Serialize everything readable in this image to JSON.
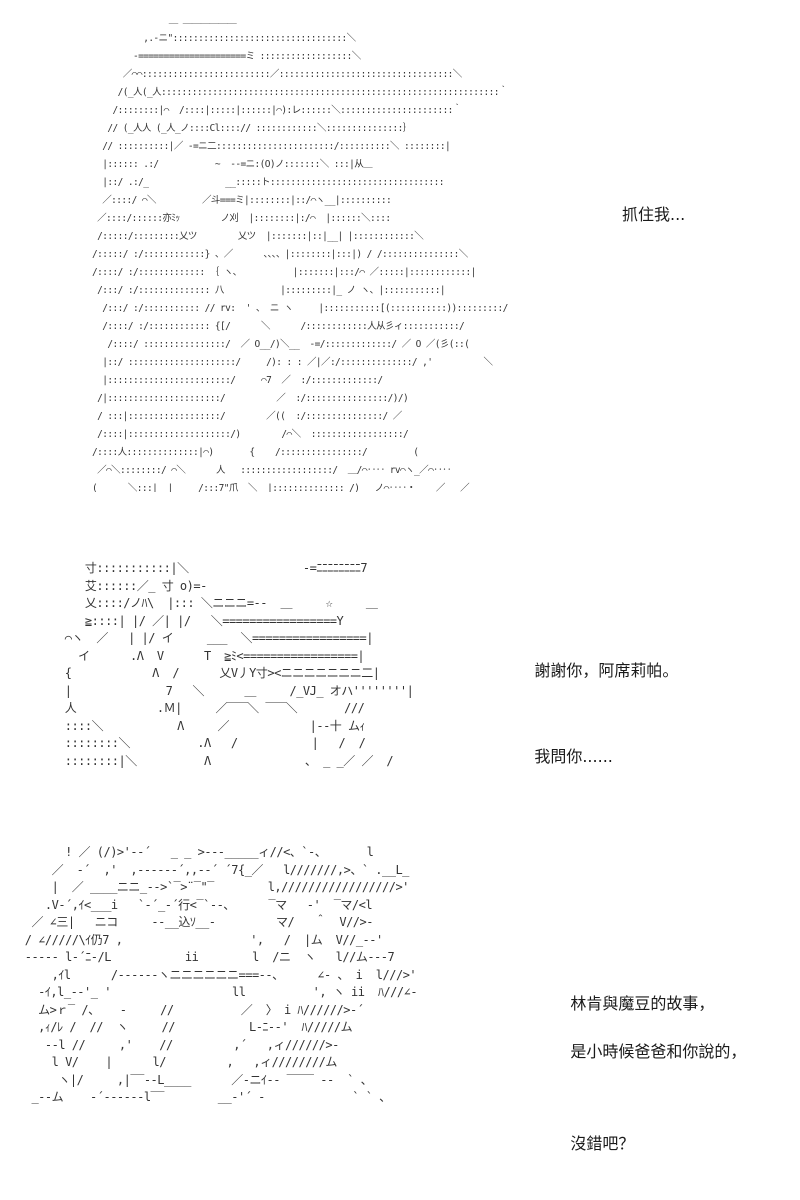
{
  "panels": [
    {
      "ascii_art": "               ＿ ＿＿＿＿＿＿\n          ,.-ニ\"::::::::::::::::::::::::::::::::::＼\n        -=====================ミ ::::::::::::::::::＼\n      ／⌒⌒:::::::::::::::::::::::::／::::::::::::::::::::::::::::::::::＼\n     /(_人(_人::::::::::::::::::::::::::::::::::::::::::::::::::::::::::::::::::｀\n    /::::::::|⌒  /::::|:::::|::::::|⌒):レ::::::＼::::::::::::::::::::::｀\n   // (_人人 (_人_ノ::::Cl::::// ::::::::::::＼:::::::::::::::｝\n  // ::::::::::|／ ‐=ニ二:::::::::::::::::::::::/::::::::::＼ ::::::::|\n  |:::::: .:/           ~  --=ニ:(O)ノ:::::::＼ :::|从＿\n  |::/ .:/_               __:::::ト::::::::::::::::::::::::::::::::::\n  ／::::/ ⌒＼         ／斗===ミ|::::::::|::/⌒ヽ__|::::::::::\n ／::::/::::::亦ﾐｯ        ノ刈  |::::::::|:/⌒  |::::::＼::::\n /:::::/:::::::::乂ツ        乂ツ  |:::::::|::|__| |::::::::::::＼\n/:::::/ :/::::::::::::} 、／      、、、、|::::::::|:::|) / /:::::::::::::::＼\n/::::/ :/::::::::::::: ｛ ヽ、          |:::::::|:::/⌒ ／:::::|::::::::::::|\n /:::/ :/:::::::::::::: 八           |:::::::::|_ ノ ヽ、|:::::::::::|\n  /:::/ :/::::::::::: // rv:  ' 、 ニ ヽ     |:::::::::::[(:::::::::::)):::::::::/\n  /::::/ :/:::::::::::: {[/      ＼      /::::::::::::人从彡ィ:::::::::::/\n   /::::/ ::::::::::::::::/  ／ O__/)＼__  -=/:::::::::::::/ ／ O ／(彡(::(\n  |::/ :::::::::::::::::::::/     /): : : ／|／:/::::::::::::::/ ,'          ＼\n  |::::::::::::::::::::::::/     ⌒7  ／  :/:::::::::::::/\n /|::::::::::::::::::::::/          ／  :/::::::::::::::::/)/)\n / :::|::::::::::::::::::/        ／((  :/:::::::::::::::/ ／\n /::::|::::::::::::::::::::/)        /⌒＼  ::::::::::::::::::/\n/::::人::::::::::::::|⌒)       {    /::::::::::::::::/         (\n ／⌒＼::::::::/ ⌒＼      人   ::::::::::::::::::/  ＿/⌒‥‥ rv⌒ヽ_／⌒‥‥\n(      ＼:::|  |     /:::7\"爪  ＼  |:::::::::::::: /)___ノ⌒‥‥・    ／   ／",
      "dialogue": "抓住我..."
    },
    {
      "ascii_art": "    寸:::::::::::|＼                 ‐=ﾆﾆﾆﾆﾆﾆﾆﾆ7\n    艾::::::／_ 寸 o)=-\n    乂::::/ノﾊ\\  |::: ＼ニニニ=-‐  ＿     ☆     ＿\n    ≧::::| |/ ／| |/   ＼=================Y\n ⌒ヽ  ／   | |/ イ     ___  ＼=================|\n   イ      .Λ  V      T  ≧ﾐ<=================|\n {            Λ  /      乂V丿Y寸><ニニニニニニニ二|\n |              7   ＼      ＿     /_VJ_ オハ''''''''|\n 人            .Ｍ|     ／‾‾‾＼ ‾‾‾＼       ///\n ::::＼           Λ     ／            |‐‐十 ムｨ\n ::::::::＼          .Λ   /           |   /  /\n ::::::::|＼          Λ              、 _ _／ ／  /",
      "dialogue_lines": [
        "謝謝你，阿席莉帕。",
        "我問你......"
      ]
    },
    {
      "ascii_art": "       ! ／ (/)>'‐-´   _ _ >‐‐‐_____ィ//<、`-、      l\n     ／  -´  ,'  ,-‐‐--‐´,,-‐´ ´7{_／   l///////,>、` .__L_\n     |  ／ ____ニニ_-->`‾>¨‾\"‾        l,/////////////////>'\n    .V‐´,ｲ<___i   `-´_-´行<‾`--、     ‾マ   ‐'  ‾マ/<l\n  ／ ∠三|   ニコ     ‐‐__込ｿ__-         マ/   ＾  V//>‐\n / ∠/////\\ｲ仍7 ,                   ',   /  |ム  V//_--'\n ‐‐‐‐‐ l‐´ﾆ-/L           ii        l  /ニ  ヽ   l//ム‐‐‐7\n     ,ｲl      /‐‐‐‐‐‐ヽニニニニニニ===-‐、     ∠- 、 i  l///>'\n   ‐ｲ,l_‐‐'_ '                  ll          ', ヽ ii  ﾊ///∠‐\n   ム>ｒ‾ /、   ‐     //          ／  〉 i ﾊ//////>‐´\n   ,ｨ/ﾚ /  //  ヽ     //           L-ﾆ-‐'  ﾊ/////ム\n    ‐‐l //     ,'    //         ,´   ,ィ//////>‐\n     l V/    |      l/         ,   ,ィ////////ム\n      ヽ|/     ,|‾‾‐‐L____      ／-ニｲ-‐ ‾‾‾‾ ‐-  ` 、\n  _‐‐ム    ‐´‐‐‐‐‐-l‾‾        __‐'´ ‐             ` ` 、",
      "dialogue_lines": [
        "林肯與魔豆的故事，",
        "是小時候爸爸和你說的，",
        "沒錯吧？"
      ]
    }
  ]
}
